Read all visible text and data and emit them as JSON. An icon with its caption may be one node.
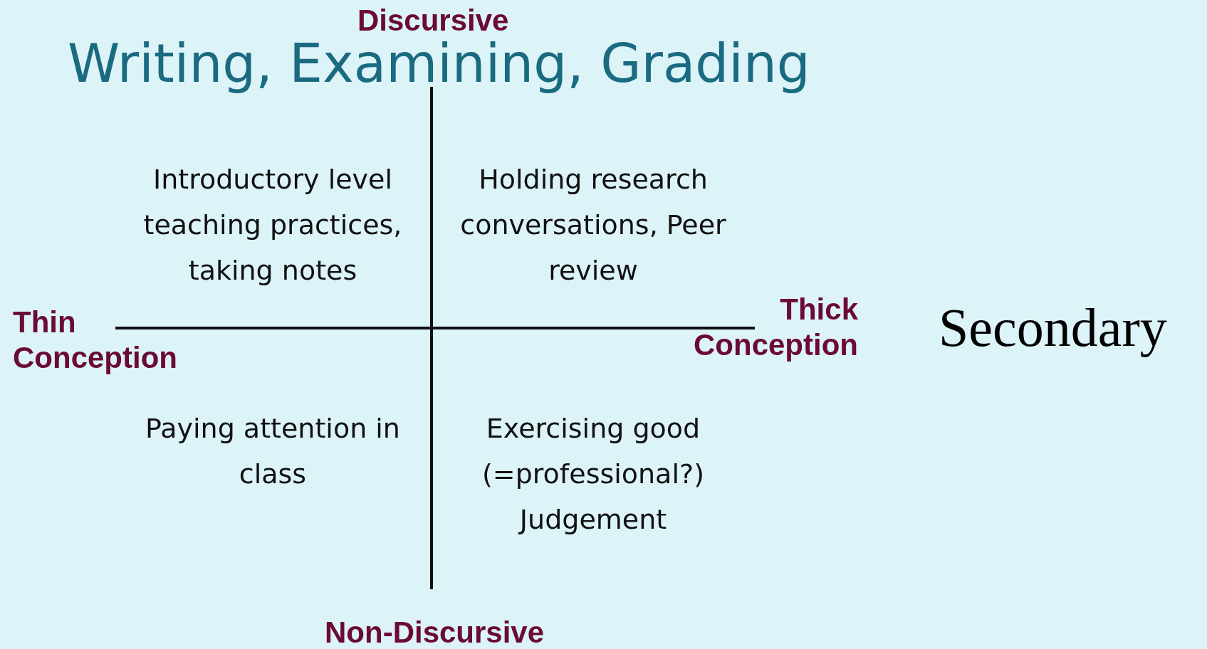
{
  "diagram": {
    "title": "Writing, Examining, Grading",
    "labels": [
      "Discursive",
      "Introductory level teaching practices, taking notes",
      "Holding research conversations, Peer review",
      "Thin Conception",
      "Thick Conception",
      "Secondary",
      "Paying attention in class",
      "Exercising good (=professional?) Judgement",
      "Non-Discursive"
    ]
  }
}
